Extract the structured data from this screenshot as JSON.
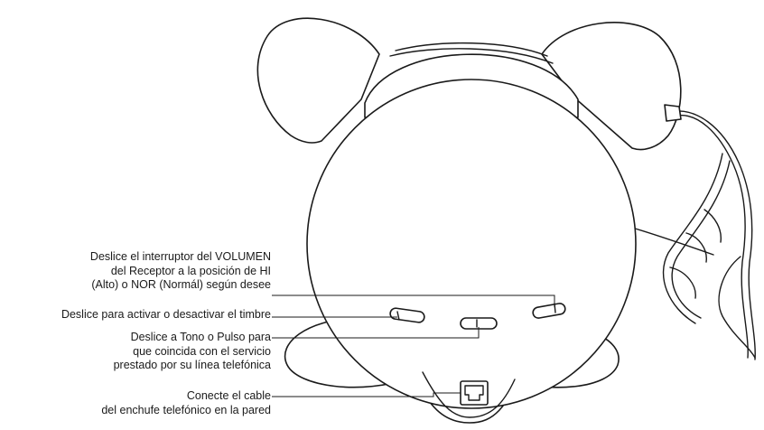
{
  "callouts": {
    "volume": {
      "line1": "Deslice el interruptor del VOLUMEN",
      "line2": "del Receptor a la posición de HI",
      "line3": "(Alto) o NOR (Normál) según desee"
    },
    "ringer": {
      "line1": "Deslice para activar o desactivar el timbre"
    },
    "tone_pulse": {
      "line1": "Deslice a Tono o Pulso para",
      "line2": "que coincida con el servicio",
      "line3": "prestado por su línea telefónica"
    },
    "cable": {
      "line1": "Conecte el cable",
      "line2": "del enchufe telefónico en la pared"
    }
  }
}
